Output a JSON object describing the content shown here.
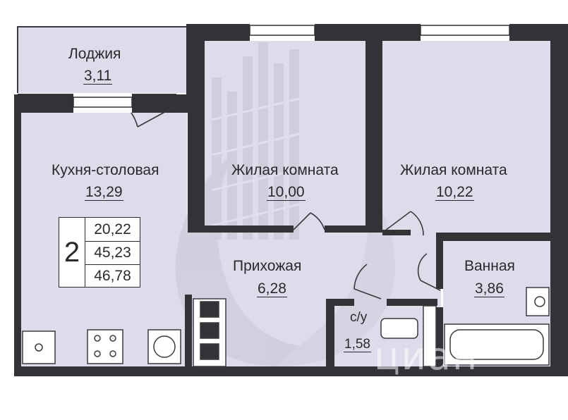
{
  "rooms": {
    "loggia": {
      "name": "Лоджия",
      "area": "3,11"
    },
    "kitchen": {
      "name": "Кухня-столовая",
      "area": "13,29"
    },
    "living1": {
      "name": "Жилая комната",
      "area": "10,00"
    },
    "living2": {
      "name": "Жилая комната",
      "area": "10,22"
    },
    "hall": {
      "name": "Прихожая",
      "area": "6,28"
    },
    "bath": {
      "name": "Ванная",
      "area": "3,86"
    },
    "wc": {
      "name": "с/у",
      "area": "1,58"
    }
  },
  "summary": {
    "room_count": "2",
    "living_area": "20,22",
    "total_area": "45,23",
    "area_with_loggia": "46,78"
  },
  "watermark": {
    "text": "циан"
  },
  "colors": {
    "wall": "#323237",
    "floor": "#dcdcea",
    "window": "#ffffff",
    "fixture_line": "#3a3a40"
  }
}
